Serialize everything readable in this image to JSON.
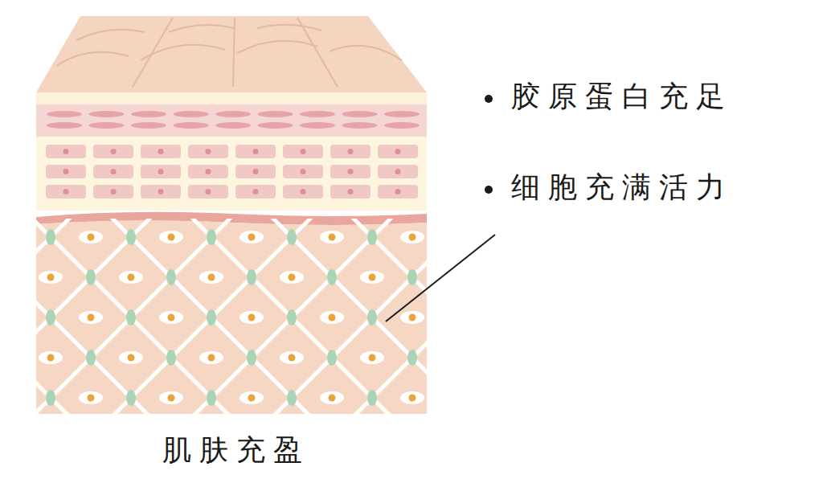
{
  "diagram": {
    "caption": "肌肤充盈",
    "labels": [
      "胶原蛋白充足",
      "细胞充满活力"
    ]
  }
}
